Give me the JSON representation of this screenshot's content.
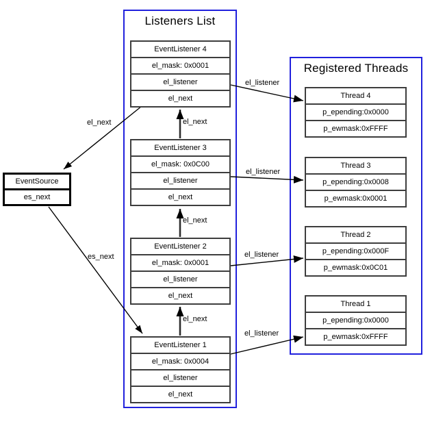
{
  "event_source": {
    "title": "EventSource",
    "fields": [
      "es_next"
    ]
  },
  "listeners_list": {
    "title": "Listeners List",
    "nodes": [
      {
        "title": "EventListener 4",
        "fields": [
          "el_mask: 0x0001",
          "el_listener",
          "el_next"
        ]
      },
      {
        "title": "EventListener 3",
        "fields": [
          "el_mask: 0x0C00",
          "el_listener",
          "el_next"
        ]
      },
      {
        "title": "EventListener 2",
        "fields": [
          "el_mask: 0x0001",
          "el_listener",
          "el_next"
        ]
      },
      {
        "title": "EventListener 1",
        "fields": [
          "el_mask: 0x0004",
          "el_listener",
          "el_next"
        ]
      }
    ]
  },
  "registered_threads": {
    "title": "Registered Threads",
    "nodes": [
      {
        "title": "Thread 4",
        "fields": [
          "p_epending:0x0000",
          "p_ewmask:0xFFFF"
        ]
      },
      {
        "title": "Thread 3",
        "fields": [
          "p_epending:0x0008",
          "p_ewmask:0x0001"
        ]
      },
      {
        "title": "Thread 2",
        "fields": [
          "p_epending:0x000F",
          "p_ewmask:0x0C01"
        ]
      },
      {
        "title": "Thread 1",
        "fields": [
          "p_epending:0x0000",
          "p_ewmask:0xFFFF"
        ]
      }
    ]
  },
  "edge_labels": {
    "el_next": "el_next",
    "es_next": "es_next",
    "el_listener": "el_listener"
  },
  "colors": {
    "container_border": "#2020dd",
    "node_border": "#3d3d3d",
    "source_border": "#000000",
    "edge": "#000000",
    "background": "#ffffff",
    "text": "#000000"
  }
}
